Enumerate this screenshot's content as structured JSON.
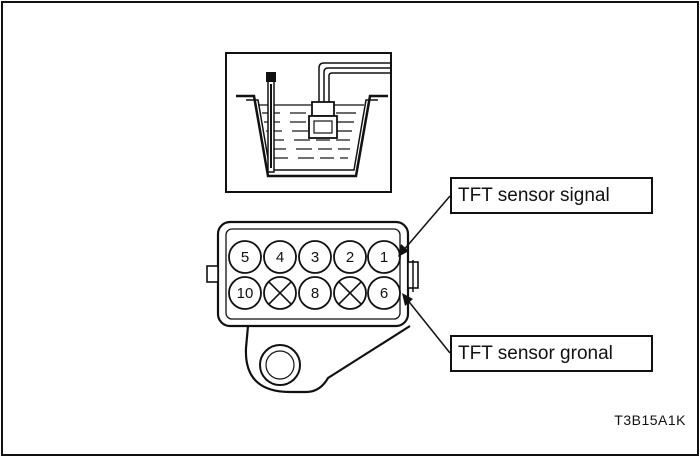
{
  "labels": {
    "sensor_signal": "TFT sensor signal",
    "sensor_ground": "TFT sensor gronal"
  },
  "figure_code": "T3B15A1K",
  "connector": {
    "top_row": [
      "5",
      "4",
      "3",
      "2",
      "1"
    ],
    "bottom_row": [
      "10",
      "X",
      "8",
      "X",
      "6"
    ]
  }
}
